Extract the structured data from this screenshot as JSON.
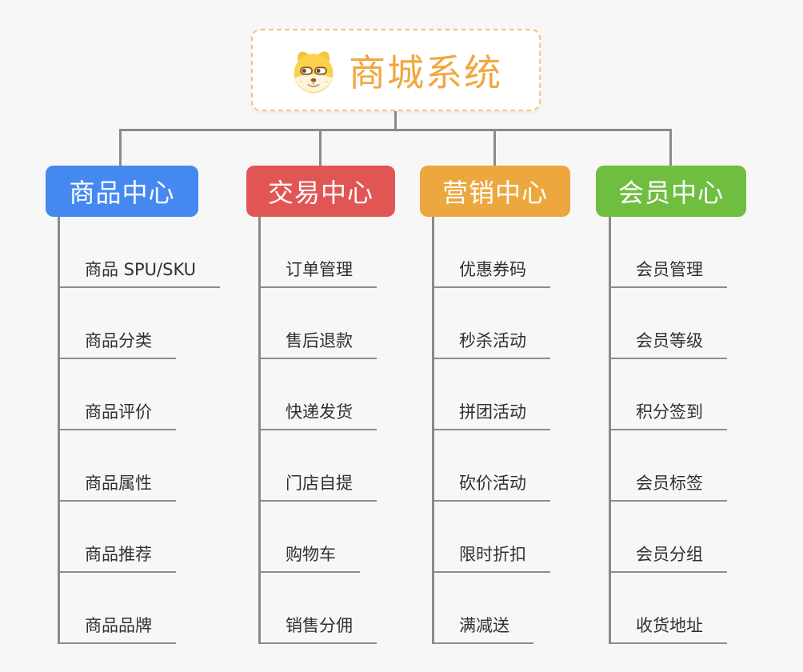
{
  "page": {
    "background_color": "#f7f7f8",
    "connector_color": "#8a8a8a",
    "underline_color": "#8d8d8d"
  },
  "root": {
    "title": "商城系统",
    "icon": "doge-icon",
    "text_color": "#f1a73e",
    "border_color": "#f6c27a",
    "icon_colors": {
      "head": "#fbd14b",
      "muzzle": "#fdf4dc",
      "features": "#8a5a28"
    }
  },
  "branches": [
    {
      "label": "商品中心",
      "color": "#4589f0",
      "items": [
        "商品 SPU/SKU",
        "商品分类",
        "商品评价",
        "商品属性",
        "商品推荐",
        "商品品牌"
      ]
    },
    {
      "label": "交易中心",
      "color": "#e15654",
      "items": [
        "订单管理",
        "售后退款",
        "快递发货",
        "门店自提",
        "购物车",
        "销售分佣"
      ]
    },
    {
      "label": "营销中心",
      "color": "#eca73e",
      "items": [
        "优惠券码",
        "秒杀活动",
        "拼团活动",
        "砍价活动",
        "限时折扣",
        "满减送"
      ]
    },
    {
      "label": "会员中心",
      "color": "#6fbe40",
      "items": [
        "会员管理",
        "会员等级",
        "积分签到",
        "会员标签",
        "会员分组",
        "收货地址"
      ]
    }
  ]
}
